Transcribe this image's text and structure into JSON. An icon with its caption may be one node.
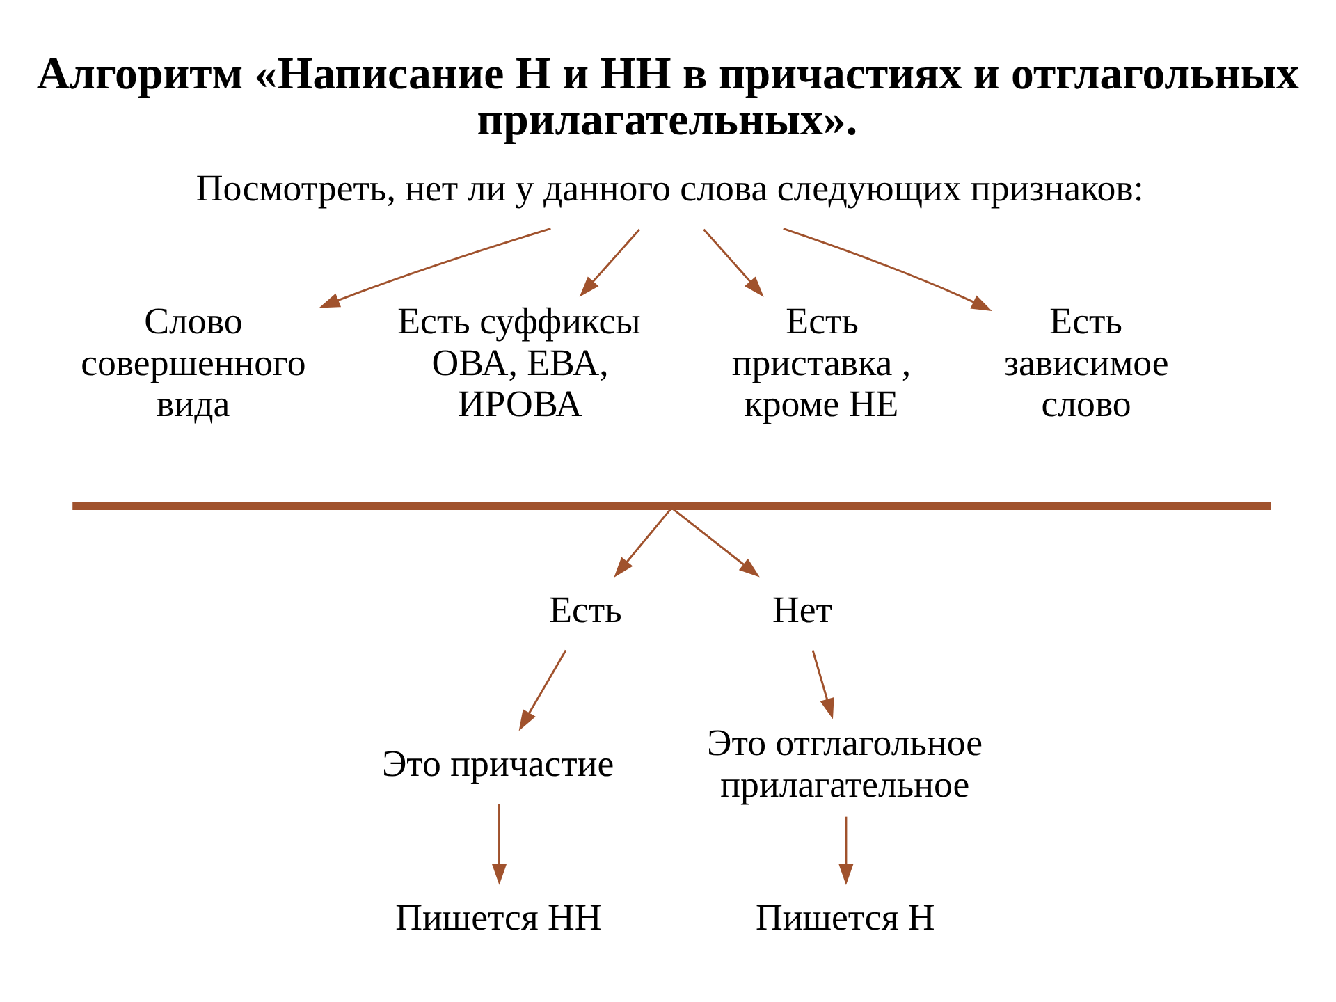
{
  "diagram": {
    "title": "Алгоритм «Написание Н и НН в причастиях и отглагольных прилагательных».",
    "nodes": [
      {
        "text": [
          "Посмотреть, нет ли у данного слова следующих признаков:"
        ]
      },
      {
        "text": [
          "Слово совершенного вида"
        ]
      },
      {
        "text": [
          "Есть суффиксы ОВА, ЕВА, ИРОВА"
        ]
      },
      {
        "text": [
          "Есть приставка , кроме НЕ"
        ]
      },
      {
        "text": [
          "Есть зависимое слово"
        ]
      },
      {
        "text": [],
        "shape": "brace"
      },
      {
        "text": [
          "Есть"
        ]
      },
      {
        "text": [
          "Нет"
        ]
      },
      {
        "text": [
          "Это причастие"
        ]
      },
      {
        "text": [
          "Это отглагольное прилагательное"
        ]
      },
      {
        "text": [
          "Пишется НН"
        ]
      },
      {
        "text": [
          "Пишется Н"
        ]
      }
    ],
    "edges": [
      {
        "from": 0,
        "to": 1,
        "arrow": "to"
      },
      {
        "from": 0,
        "to": 2,
        "arrow": "to"
      },
      {
        "from": 0,
        "to": 3,
        "arrow": "to"
      },
      {
        "from": 0,
        "to": 4,
        "arrow": "to"
      },
      {
        "from": 5,
        "to": 6,
        "arrow": "to"
      },
      {
        "from": 5,
        "to": 7,
        "arrow": "to"
      },
      {
        "from": 6,
        "to": 8,
        "arrow": "to"
      },
      {
        "from": 8,
        "to": 10,
        "arrow": "to"
      },
      {
        "from": 7,
        "to": 9,
        "arrow": "to"
      },
      {
        "from": 9,
        "to": 11,
        "arrow": "to"
      }
    ]
  }
}
